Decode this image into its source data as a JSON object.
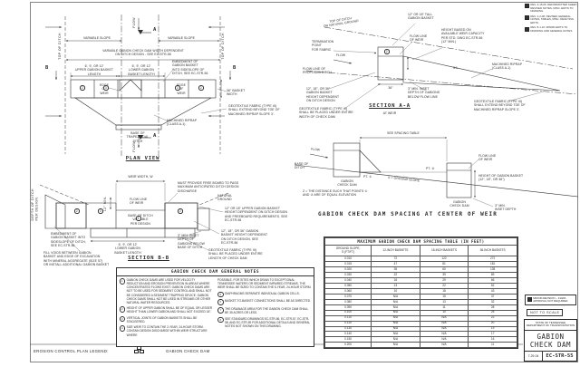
{
  "colors": {
    "ink": "#2a2a2a",
    "background": "#ffffff"
  },
  "marks": {
    "m1": "1",
    "m2": "2",
    "m3": "3"
  },
  "pv": {
    "title": "PLAN VIEW",
    "var_slope_l": "VARIABLE SLOPE",
    "var_slope_r": "VARIABLE SLOPE",
    "width_note": "VARIABLE GABION CHECK DAM WIDTH DEPENDENT\nON DITCH DESIGN - SEE EC-STR-56",
    "upper_len": "6', 9', OR 12'\nUPPER GABION BASKET\nLENGTH",
    "lower_len": "6', 9', OR 12'\nLOWER GABION\nBASKET LENGTH",
    "embed": "EMBEDMENT OF\nGABION BASKET\nINTO SIDESLOPE OF\nDITCH, SEE EC-STR-56",
    "edge_weir_l": "EDGE\nOF\nWEIR",
    "edge_weir_r": "EDGE\nOF\nWEIR",
    "basket_w": "36\" BASKET\nWIDTH",
    "geo": "GEOTEXTILE FABRIC (TYPE III)\nSHALL EXTEND BEYOND TOE OF\nMACHINED RIPRAP SLOPE 3'.",
    "riprap": "MACHINED RIPRAP\n(CLASS A-1)",
    "base": "BASE OF\nTRAPEZOIDAL\nDITCH",
    "top_ditch_l": "TOP OF DITCH",
    "top_ditch_r": "TOP OF DITCH",
    "flow_top": "FLOW",
    "flow_bot": "FLOW",
    "sec_a": "A",
    "sec_b": "B"
  },
  "bb": {
    "title": "SECTION B-B",
    "weir_w": "WEIR WIDTH, W",
    "freeboard": "MUST PROVIDE FREE BOARD TO PASS\nMAXIMUM ANTICIPATED DITCH DESIGN\nDISCHARGE",
    "natural": "NATURAL\nGROUND",
    "edge_weir": "EDGE OF WEIR",
    "flow_line": "FLOW LINE\nOF WEIR",
    "base_ditch": "BASE OF DITCH\nVARIABLE\nPER DESIGN",
    "depth": "DEPTH OF DITCH\nPER DESIGN",
    "weir_min": "12\" MIN.",
    "embed": "EMBEDMENT OF\nGABION BASKET INTO\nSIDESLOPE OF DITCH,\nSEE EC-STR-56",
    "lower_len": "6', 9', OR 12'\nLOWER GABION\nBASKET LENGTH",
    "inset": "3\" MIN. INSET\nDEPTH OF\nGABIONS BELOW\nBASE OF DITCH",
    "upper_ht": "12\" OR 18\" UPPER GABION BASKET\nHEIGHT DEPENDENT ON DITCH DESIGN\nAND FREEBOARD REQUIREMENTS, SEE\nEC-STR-56",
    "basket_ht": "12\", 18\", OR 36\" GABION\nBASKET HEIGHT DEPENDENT\nON DITCH DESIGN, SEE\nEC-STR-56",
    "geo": "GEOTEXTILE FABRIC (TYPE III)\nSHALL BE PLACED UNDER ENTIRE\nLENGTH OF CHECK DAM",
    "fill_voids": "FILL VOIDS BETWEEN GABION\nBASKET AND EDGE OF EXCAVATION\nWITH MINERAL AGGREGATE (SIZE 57)\nOR INSTALL ADDITIONAL GABION BASKET"
  },
  "aa": {
    "title": "SECTION A-A",
    "subtitle": "AT WEIR",
    "top_ditch": "TOP OF DITCH\nOR NATURAL GROUND",
    "tall_basket": "12\" OR 18\" TALL\nGABION BASKET",
    "flow_line_weir": "FLOW LINE\nOF WEIR",
    "height_note": "HEIGHT BASED ON\nAVAILABLE WEIR CAPACITY\nPER STD. DWG EC-STR-56\n(12\" MIN.)",
    "termination": "TERMINATION\nPOINT\nFOR FABRIC",
    "flow": "FLOW",
    "flow_line_ditch": "FLOW LINE OF\nPROPOSED DITCH",
    "basket_ht": "12\", 18\", OR 36\"\nGABION BASKET\nHEIGHT DEPENDENT\nON DITCH DESIGN",
    "geo_under": "GEOTEXTILE FABRIC (TYPE III)\nSHALL BE PLACED UNDER ENTIRE\nWIDTH OF CHECK DAM",
    "dim36": "36\"",
    "inset": "3\" MIN. INSET\nDEPTH OF GABIONS\nBELOW FLOW LINE",
    "riprap": "MACHINED RIPRAP\n(CLASS A-1)",
    "geo_toe": "GEOTEXTILE FABRIC (TYPE III)\nSHALL EXTEND BEYOND TOE OF\nMACHINED RIPRAP SLOPE 3'.",
    "slope": "3:1"
  },
  "sp": {
    "title": "GABION CHECK DAM SPACING AT CENTER OF WEIR",
    "see_table": "SEE SPACING TABLE",
    "flow": "FLOW",
    "base_ditch": "BASE OF\nDITCH",
    "dam_l": "GABION\nCHECK DAM",
    "dam_r": "GABION\nCHECK DAM",
    "pt1": "PT. ①",
    "pt2": "PT. ②",
    "ground_slope": "S = GROUND SLOPE",
    "flow_line": "FLOW LINE\nOF WEIR",
    "height": "HEIGHT OF GABION BASKET\n(12\", 18\", OR 36\")",
    "inset": "3\" MIN.\nINSET DEPTH",
    "z_note": "Z = THE DISTANCE SUCH THAT POINTS ①\nAND ② ARE OF EQUAL ELEVATION"
  },
  "notes": {
    "title": "GABION CHECK DAM GENERAL NOTES",
    "left": [
      {
        "num": "1",
        "text": "GABION CHECK DAMS ARE USED FOR VELOCITY REDUCTION AND EROSION PREVENTION IN AREAS WHERE CONCENTRATED FLOWS EXIST. GABION CHECK DAMS ARE NOT TO BE USED FOR SEDIMENT CONTROL AND SHALL NOT BE CONSIDERED A SEDIMENT TRAPPING DEVICE. GABION CHECK DAMS SHALL NOT BE USED IN STREAMS OR OTHER NATURAL WATER RESOURCES."
      },
      {
        "num": "2",
        "text": "HEIGHT OF UPPER GABION SHALL BE OF EQUAL OR LESSER HEIGHT THAN LOWER GABION AND SHALL NOT EXCEED 18\"."
      },
      {
        "num": "3",
        "text": "VERTICAL JOINTS OF GABION BASKETS SHALL BE STAGGERED."
      },
      {
        "num": "4",
        "text": "SIZE WEIR TO CONTAIN THE 2-YEAR, 24-HOUR STORM. CONTAIN DESIGN DISCHARGE WITHIN WEIR STRUCTURE WHERE"
      }
    ],
    "right": [
      {
        "num": "",
        "text": "POSSIBLE. FOR SITES WHICH DRAIN TO EXCEPTIONAL TENNESSEE WATERS OR SEDIMENT IMPAIRED STREAMS, THE WEIR SHALL BE SIZED TO CONTAIN THE 5-YEAR, 24-HOUR STORM."
      },
      {
        "num": "5",
        "text": "DIAPHRAGMS SEPARATE INDIVIDUAL GABION CELLS."
      },
      {
        "num": "6",
        "text": "BASKET-TO-BASKET CONNECTIONS SHALL BE AS DIRECTED."
      },
      {
        "num": "7",
        "text": "THE DRAINAGE AREA FOR THE GABION CHECK DAM SHALL BE 35 ACRES OR LESS."
      },
      {
        "num": "8",
        "text": "SEE STANDARD DRAWINGS EC-STR-56, EC-STR-57, EC-STR-58, AND EC-STR-59 FOR ADDITIONAL DETAILS AND GENERAL NOTES NOT SHOWN ON THIS DRAWING."
      }
    ]
  },
  "table": {
    "title": "MAXIMUM GABION CHECK DAM SPACING TABLE (IN FEET)",
    "columns": [
      "GROUND SLOPE,\nS (FT/FT)",
      "12-INCH BASKETS",
      "18-INCH BASKETS",
      "36-INCH BASKETS"
    ],
    "rows": [
      [
        "0.010",
        "72",
        "122",
        "272"
      ],
      [
        "0.015",
        "47",
        "81",
        "181"
      ],
      [
        "0.020",
        "35",
        "60",
        "135"
      ],
      [
        "0.030",
        "22",
        "39",
        "89"
      ],
      [
        "0.040",
        "16",
        "29",
        "66"
      ],
      [
        "0.050",
        "13",
        "22",
        "52"
      ],
      [
        "0.060",
        "10",
        "18",
        "43"
      ],
      [
        "0.070",
        "N/A",
        "15",
        "37"
      ],
      [
        "0.080",
        "N/A",
        "13",
        "32"
      ],
      [
        "0.090",
        "N/A",
        "11",
        "28"
      ],
      [
        "0.100",
        "N/A",
        "10",
        "25"
      ],
      [
        "0.110",
        "N/A",
        "N/A",
        "22"
      ],
      [
        "0.120",
        "N/A",
        "N/A",
        "20"
      ],
      [
        "0.130",
        "N/A",
        "N/A",
        "19"
      ],
      [
        "0.140",
        "N/A",
        "N/A",
        "17"
      ],
      [
        "0.150",
        "N/A",
        "N/A",
        "16"
      ],
      [
        "0.200",
        "N/A",
        "N/A",
        "11"
      ]
    ]
  },
  "legend": {
    "label": "EROSION CONTROL PLAN LEGEND:",
    "item": "GABION CHECK DAM"
  },
  "revs": [
    "REV. 4-15-06: REFORMATTED SHEET, REVISED NOTES, MISC. EDITS TO DRAWING.",
    "REV. 4-2-08: REVISED GENERAL NOTES, TABLES, MISC. DRAFTING EDITS.",
    "REV. 8-1-10: MINOR EDITS TO DRAWING AND GENERAL NOTES."
  ],
  "tb": {
    "minor": "MINOR REVISION -- FHWA APPROVAL NOT REQUIRED.",
    "nts": "NOT TO SCALE",
    "state": "STATE OF TENNESSEE",
    "department": "DEPARTMENT OF TRANSPORTATION",
    "title1": "GABION",
    "title2": "CHECK DAM",
    "date": "7-29-04",
    "number": "EC-STR-55"
  }
}
